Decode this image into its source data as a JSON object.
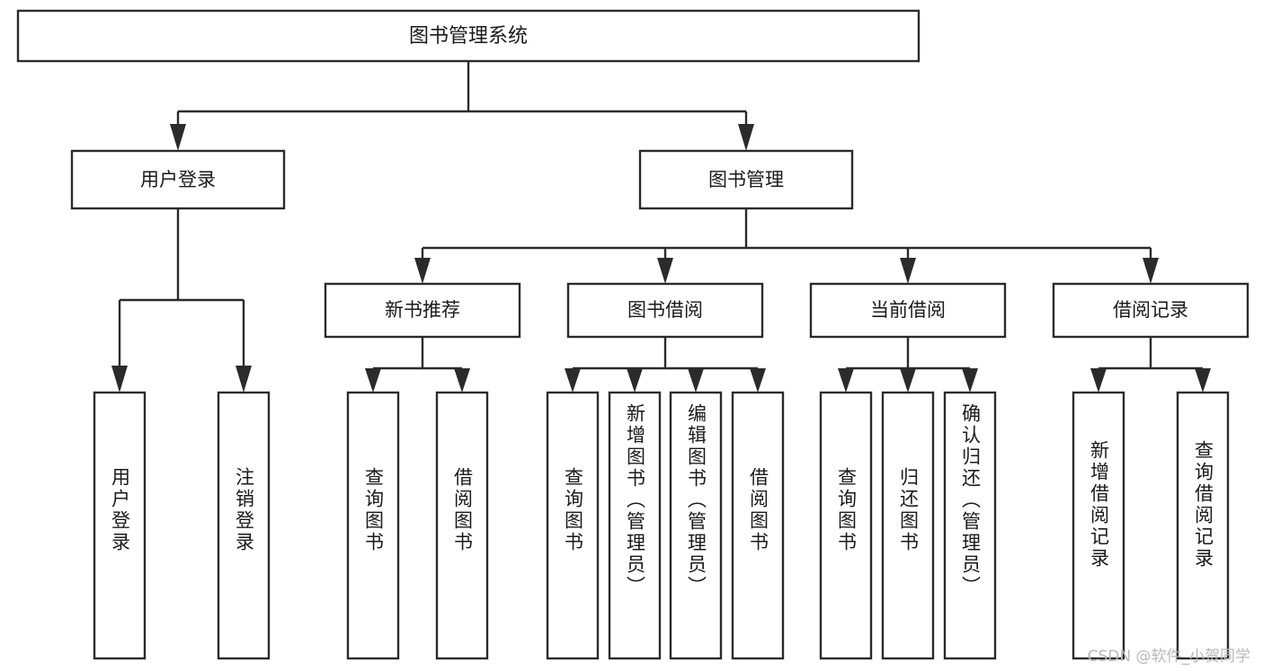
{
  "diagram": {
    "title": "图书管理系统",
    "type": "tree-hierarchy",
    "root": {
      "id": "root",
      "label": "图书管理系统"
    },
    "level2": [
      {
        "id": "user-login",
        "label": "用户登录"
      },
      {
        "id": "book-manage",
        "label": "图书管理"
      }
    ],
    "level3": [
      {
        "id": "new-book-recommend",
        "label": "新书推荐",
        "parent": "book-manage"
      },
      {
        "id": "book-borrow",
        "label": "图书借阅",
        "parent": "book-manage"
      },
      {
        "id": "current-borrow",
        "label": "当前借阅",
        "parent": "book-manage"
      },
      {
        "id": "borrow-record",
        "label": "借阅记录",
        "parent": "book-manage"
      }
    ],
    "leaves": [
      {
        "id": "leaf-user-login",
        "label": "用户登录",
        "parent": "user-login"
      },
      {
        "id": "leaf-logout",
        "label": "注销登录",
        "parent": "user-login"
      },
      {
        "id": "leaf-query-book-1",
        "label": "查询图书",
        "parent": "new-book-recommend"
      },
      {
        "id": "leaf-borrow-book-1",
        "label": "借阅图书",
        "parent": "new-book-recommend"
      },
      {
        "id": "leaf-query-book-2",
        "label": "查询图书",
        "parent": "book-borrow"
      },
      {
        "id": "leaf-add-book",
        "label": "新增图书（管理员）",
        "parent": "book-borrow"
      },
      {
        "id": "leaf-edit-book",
        "label": "编辑图书（管理员）",
        "parent": "book-borrow"
      },
      {
        "id": "leaf-borrow-book-2",
        "label": "借阅图书",
        "parent": "book-borrow"
      },
      {
        "id": "leaf-query-book-3",
        "label": "查询图书",
        "parent": "current-borrow"
      },
      {
        "id": "leaf-return-book",
        "label": "归还图书",
        "parent": "current-borrow"
      },
      {
        "id": "leaf-confirm-return",
        "label": "确认归还（管理员）",
        "parent": "current-borrow"
      },
      {
        "id": "leaf-add-record",
        "label": "新增借阅记录",
        "parent": "borrow-record"
      },
      {
        "id": "leaf-query-record",
        "label": "查询借阅记录",
        "parent": "borrow-record"
      }
    ],
    "colors": {
      "stroke": "#2b2b2b",
      "fill": "#ffffff",
      "text": "#1a1a1a",
      "watermark": "#b9b9b9",
      "background": "#ffffff"
    }
  },
  "watermark": {
    "text": "CSDN @软件_小贺同学"
  }
}
